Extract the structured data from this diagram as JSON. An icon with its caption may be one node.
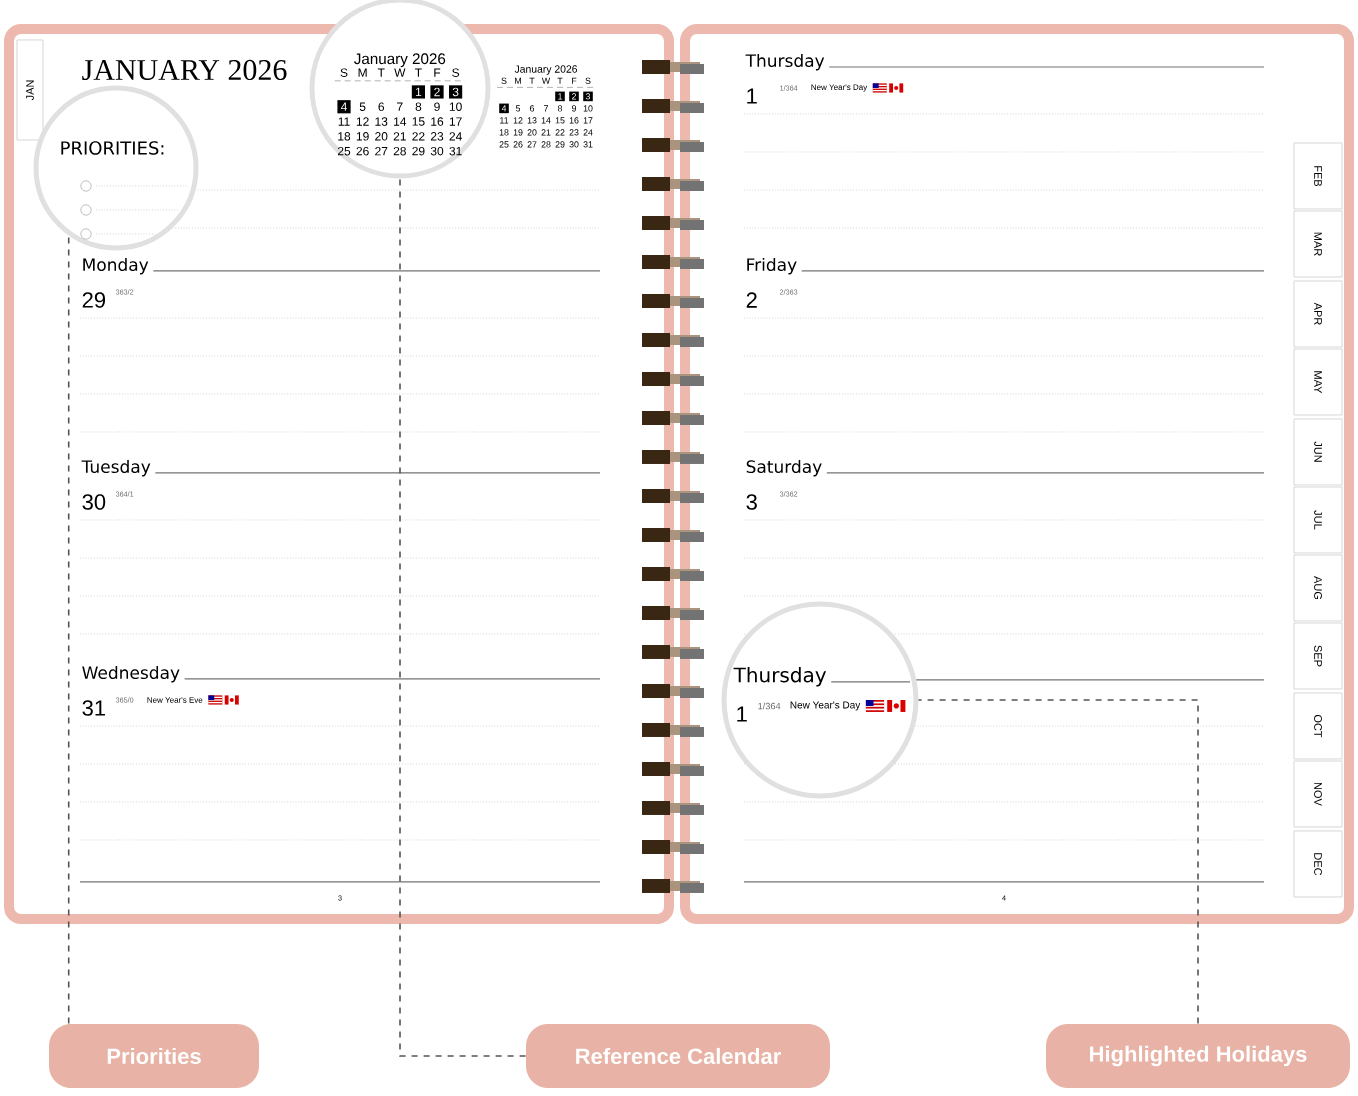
{
  "diagram": {
    "nodes": [
      {
        "text": [
          "PRIORITIES:"
        ]
      },
      {
        "text": [
          "January 2026",
          "S",
          "M",
          "T",
          "W",
          "T",
          "F",
          "S",
          "1",
          "2",
          "3",
          "4",
          "5",
          "6",
          "7",
          "8",
          "9",
          "10",
          "11",
          "12",
          "13",
          "14",
          "15",
          "16",
          "17",
          "18",
          "19",
          "20",
          "21",
          "22",
          "23",
          "24",
          "25",
          "26",
          "27",
          "28",
          "29",
          "30",
          "31"
        ]
      },
      {
        "text": [
          "Thursday",
          "1",
          "1/364",
          "New Year's Day"
        ]
      },
      {
        "text": [
          "Priorities"
        ]
      },
      {
        "text": [
          "Reference Calendar"
        ]
      },
      {
        "text": [
          "Highlighted Holidays"
        ]
      }
    ],
    "edges": [
      {
        "from": 3,
        "to": 0,
        "arrow": "none",
        "style": "dashed"
      },
      {
        "from": 4,
        "to": 1,
        "arrow": "none",
        "style": "dashed"
      },
      {
        "from": 5,
        "to": 2,
        "arrow": "none",
        "style": "dashed"
      }
    ],
    "labels": [
      "JAN",
      "JANUARY 2026",
      "January 2026",
      "S",
      "M",
      "T",
      "W",
      "T",
      "F",
      "S",
      "1",
      "2",
      "3",
      "4",
      "5",
      "6",
      "7",
      "8",
      "9",
      "10",
      "11",
      "12",
      "13",
      "14",
      "15",
      "16",
      "17",
      "18",
      "19",
      "20",
      "21",
      "22",
      "23",
      "24",
      "25",
      "26",
      "27",
      "28",
      "29",
      "30",
      "31",
      "Monday",
      "29",
      "363/2",
      "Tuesday",
      "30",
      "364/1",
      "Wednesday",
      "31",
      "365/0",
      "New Year's Eve",
      "3",
      "Thursday",
      "1",
      "1/364",
      "New Year's Day",
      "Friday",
      "2",
      "2/363",
      "Saturday",
      "3",
      "3/362",
      "4",
      "FEB",
      "MAR",
      "APR",
      "MAY",
      "JUN",
      "JUL",
      "AUG",
      "SEP",
      "OCT",
      "NOV",
      "DEC"
    ]
  }
}
